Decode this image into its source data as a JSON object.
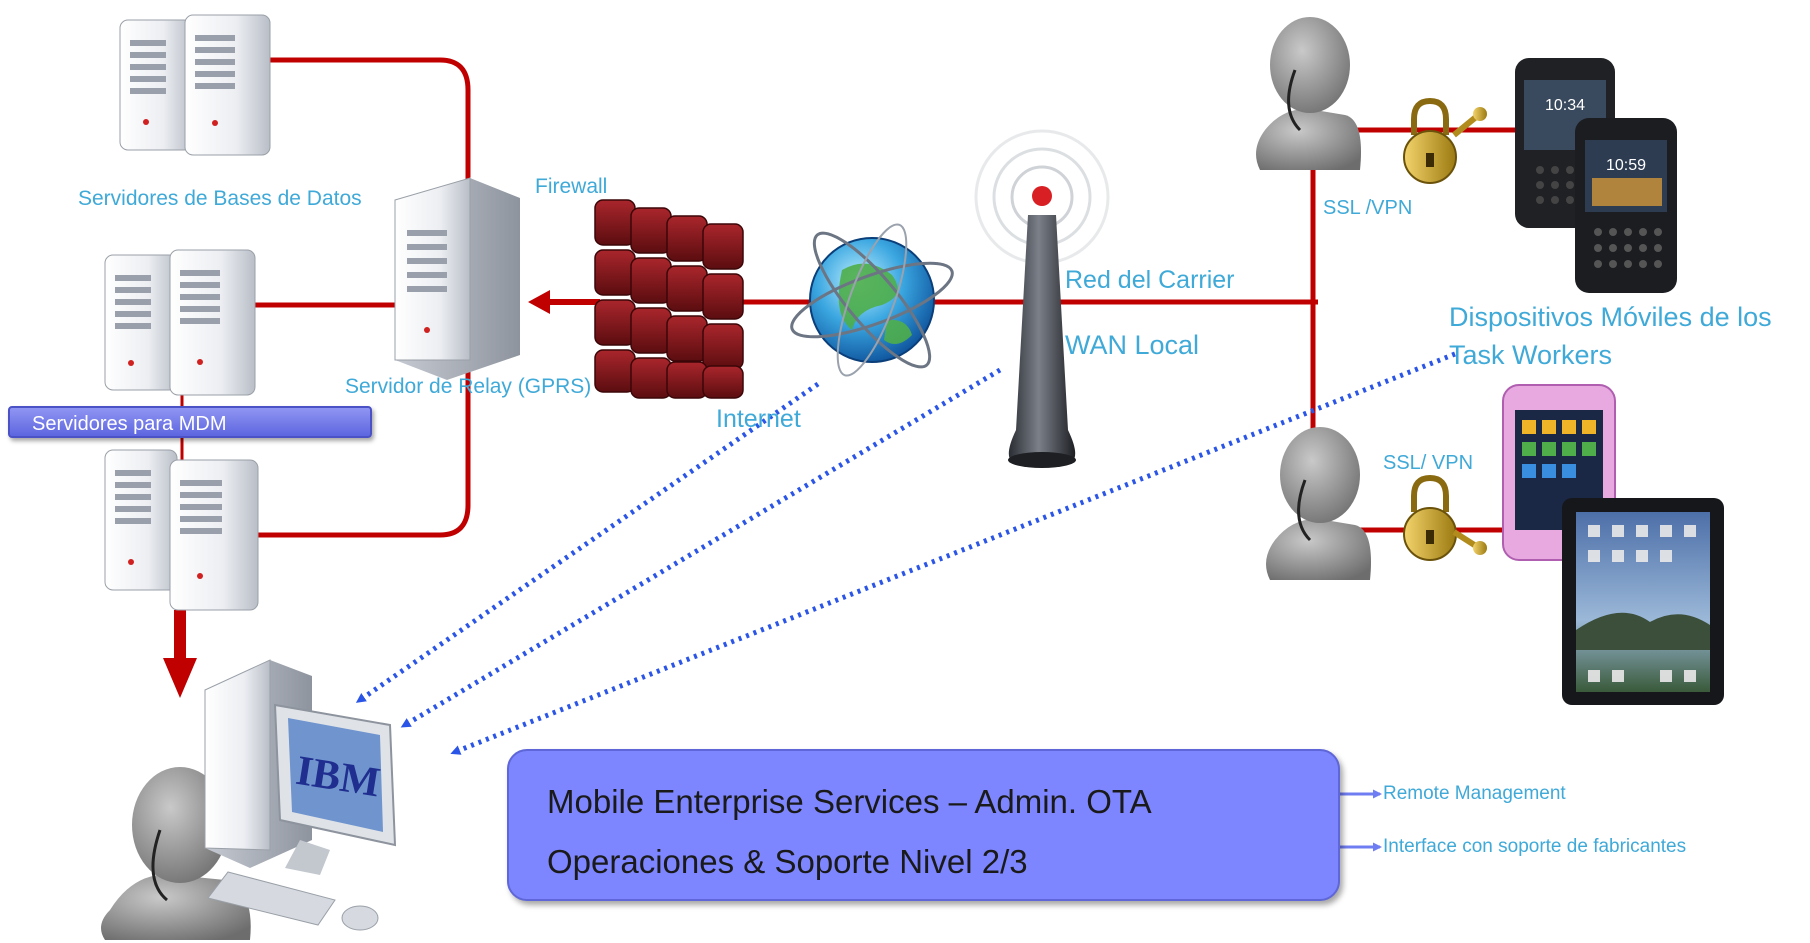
{
  "labels": {
    "db_servers": "Servidores de Bases de Datos",
    "firewall": "Firewall",
    "relay_server": "Servidor de Relay (GPRS)",
    "internet": "Internet",
    "carrier_network": "Red del Carrier",
    "local_wan": "WAN Local",
    "ssl_vpn_top": "SSL /VPN",
    "ssl_vpn_bottom": "SSL/ VPN",
    "mobile_devices_line1": "Dispositivos Móviles de los",
    "mobile_devices_line2": "Task Workers",
    "mdm_servers": "Servidores para MDM"
  },
  "service_box": {
    "line1": "Mobile Enterprise Services – Admin. OTA",
    "line2": "Operaciones & Soporte Nivel 2/3"
  },
  "outputs": {
    "remote_management": "Remote Management",
    "vendor_interface": "Interface con soporte de fabricantes"
  },
  "monitor_logo": "IBM",
  "phone_times": [
    "10:34",
    "10:59"
  ],
  "colors": {
    "network_line": "#c00000",
    "dotted_arrow": "#2b55e6",
    "label_text": "#3fa9d8",
    "service_box": "#7d86ff",
    "firewall_brick": "#7b1418"
  },
  "icons": [
    "server-icon",
    "firewall-icon",
    "globe-icon",
    "antenna-icon",
    "person-icon",
    "padlock-icon",
    "phone-icon",
    "tablet-icon",
    "workstation-icon"
  ]
}
